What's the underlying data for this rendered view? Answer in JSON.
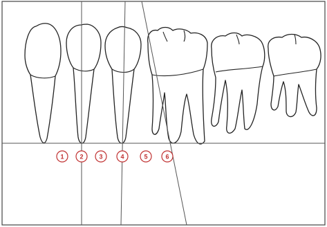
{
  "markers": [
    {
      "label": "1"
    },
    {
      "label": "2"
    },
    {
      "label": "3"
    },
    {
      "label": "4"
    },
    {
      "label": "5"
    },
    {
      "label": "6"
    }
  ],
  "colors": {
    "outline": "#222222",
    "reference_line": "#555555",
    "marker": "#c03030"
  }
}
